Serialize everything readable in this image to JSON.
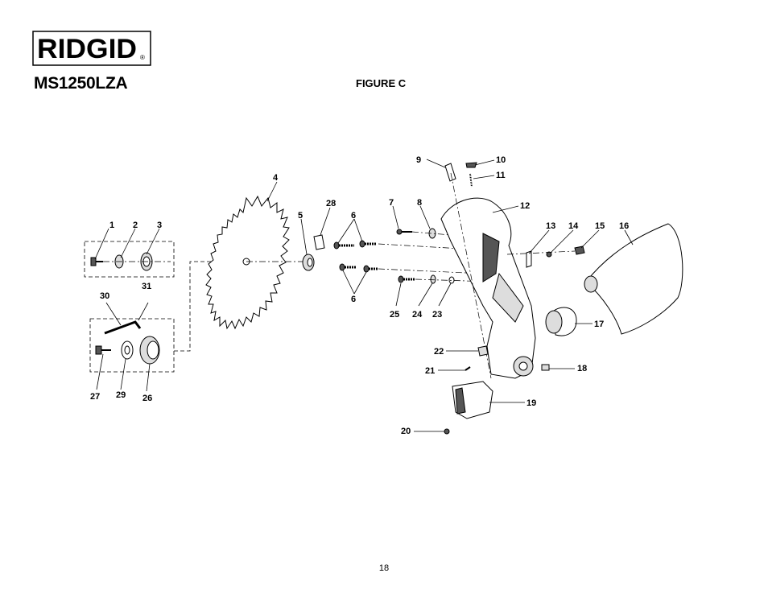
{
  "brand": {
    "logo_text": "RIDGID",
    "registered": "®"
  },
  "header": {
    "model": "MS1250LZA",
    "figure_title": "FIGURE C"
  },
  "footer": {
    "page_number": "18"
  },
  "diagram": {
    "callouts": [
      "1",
      "2",
      "3",
      "4",
      "5",
      "6",
      "6",
      "7",
      "8",
      "9",
      "10",
      "11",
      "12",
      "13",
      "14",
      "15",
      "16",
      "17",
      "18",
      "19",
      "20",
      "21",
      "22",
      "23",
      "24",
      "25",
      "26",
      "27",
      "28",
      "29",
      "30",
      "31"
    ]
  }
}
